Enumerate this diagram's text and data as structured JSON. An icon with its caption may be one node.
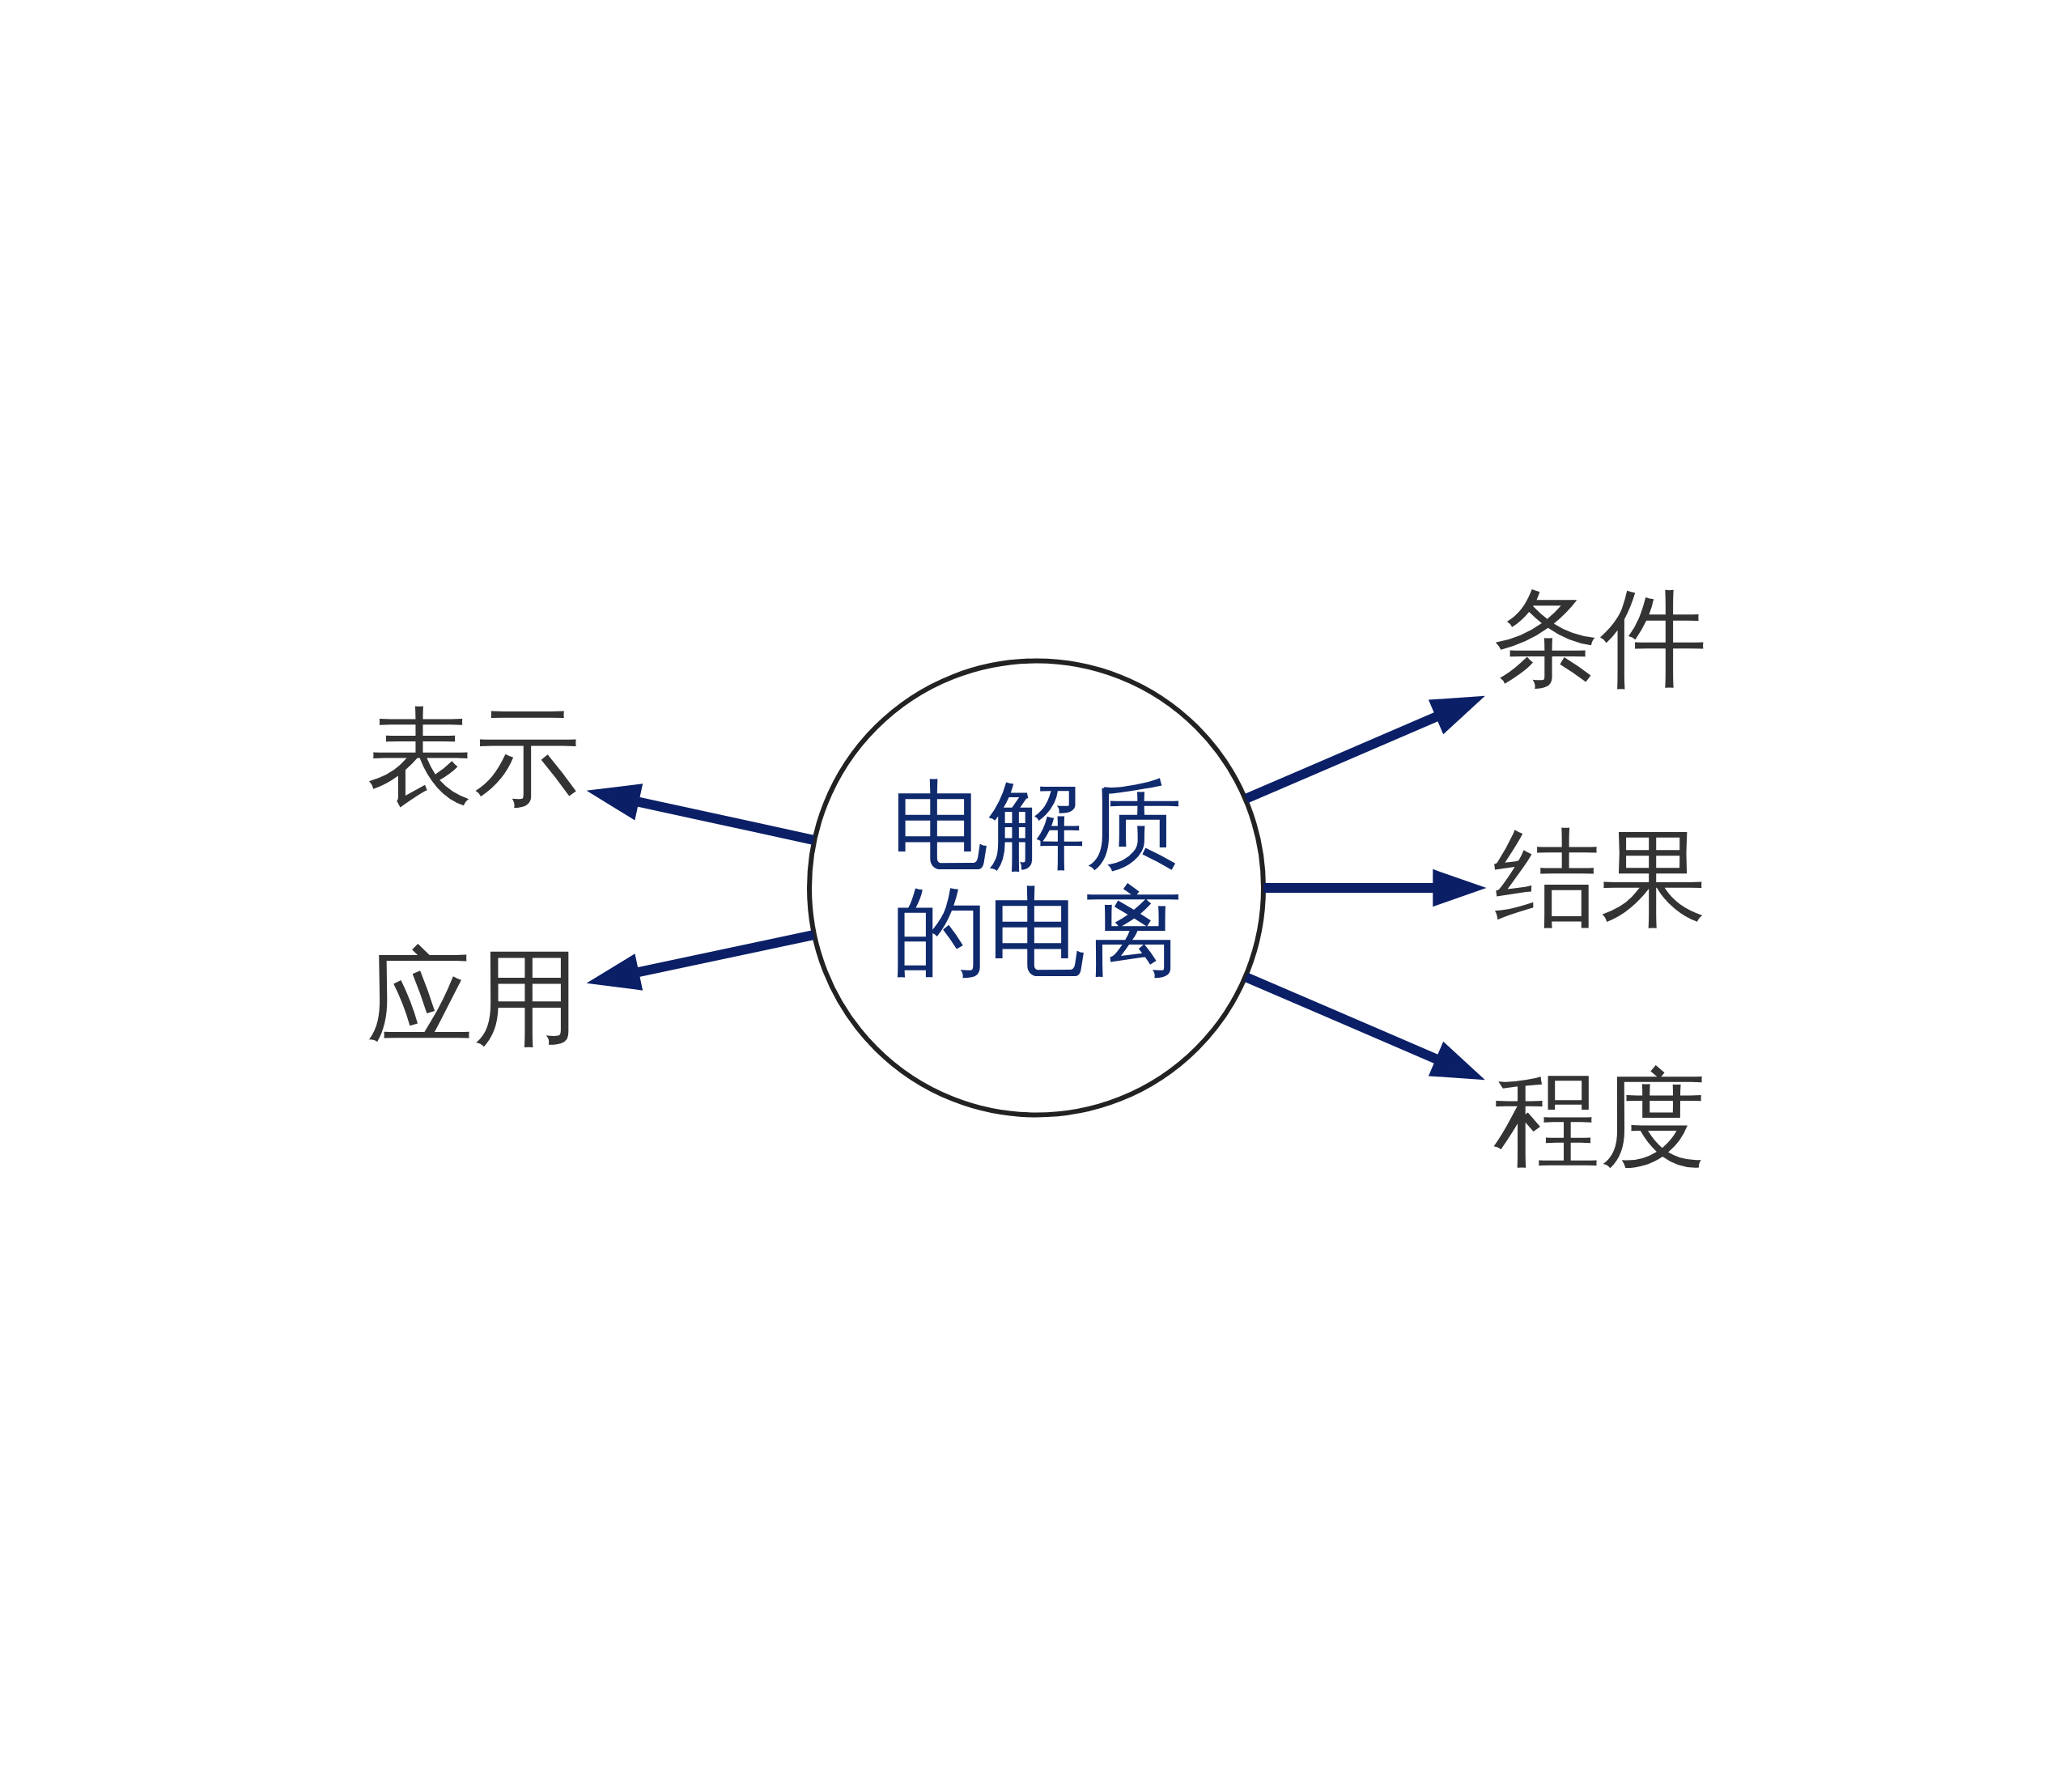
{
  "diagram": {
    "nodes": [
      {
        "text": [
          "电解质的电离"
        ]
      },
      {
        "text": [
          "条件"
        ]
      },
      {
        "text": [
          "表示"
        ]
      },
      {
        "text": [
          "结果"
        ]
      },
      {
        "text": [
          "应用"
        ]
      },
      {
        "text": [
          "程度"
        ]
      }
    ],
    "edges": [
      {
        "from": 0,
        "to": 1,
        "arrow": "to"
      },
      {
        "from": 0,
        "to": 2,
        "arrow": "to"
      },
      {
        "from": 0,
        "to": 3,
        "arrow": "to"
      },
      {
        "from": 0,
        "to": 4,
        "arrow": "to"
      },
      {
        "from": 0,
        "to": 5,
        "arrow": "to"
      }
    ]
  }
}
